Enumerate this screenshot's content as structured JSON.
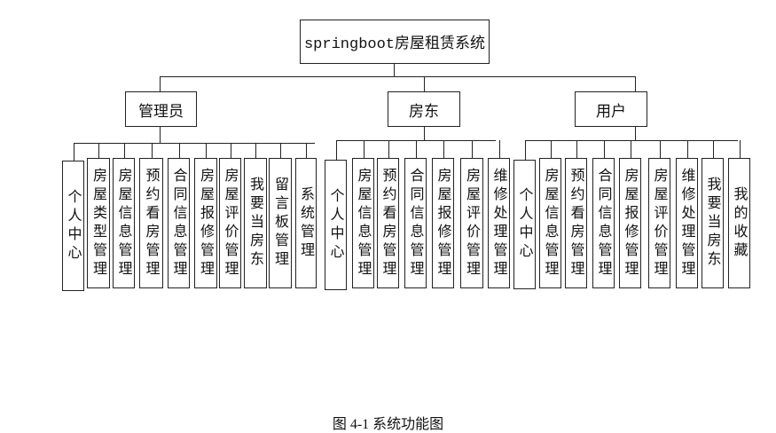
{
  "diagram": {
    "root": {
      "label": "springboot房屋租赁系统"
    },
    "groups": [
      {
        "key": "admin",
        "label": "管理员",
        "children": [
          "个人中心",
          "房屋类型管理",
          "房屋信息管理",
          "预约看房管理",
          "合同信息管理",
          "房屋报修管理",
          "房屋评价管理",
          "我要当房东",
          "留言板管理",
          "系统管理"
        ]
      },
      {
        "key": "landlord",
        "label": "房东",
        "children": [
          "个人中心",
          "房屋信息管理",
          "预约看房管理",
          "合同信息管理",
          "房屋报修管理",
          "房屋评价管理",
          "维修处理管理"
        ]
      },
      {
        "key": "user",
        "label": "用户",
        "children": [
          "个人中心",
          "房屋信息管理",
          "预约看房管理",
          "合同信息管理",
          "房屋报修管理",
          "房屋评价管理",
          "维修处理管理",
          "我要当房东",
          "我的收藏"
        ]
      }
    ]
  },
  "caption": "图 4-1  系统功能图"
}
